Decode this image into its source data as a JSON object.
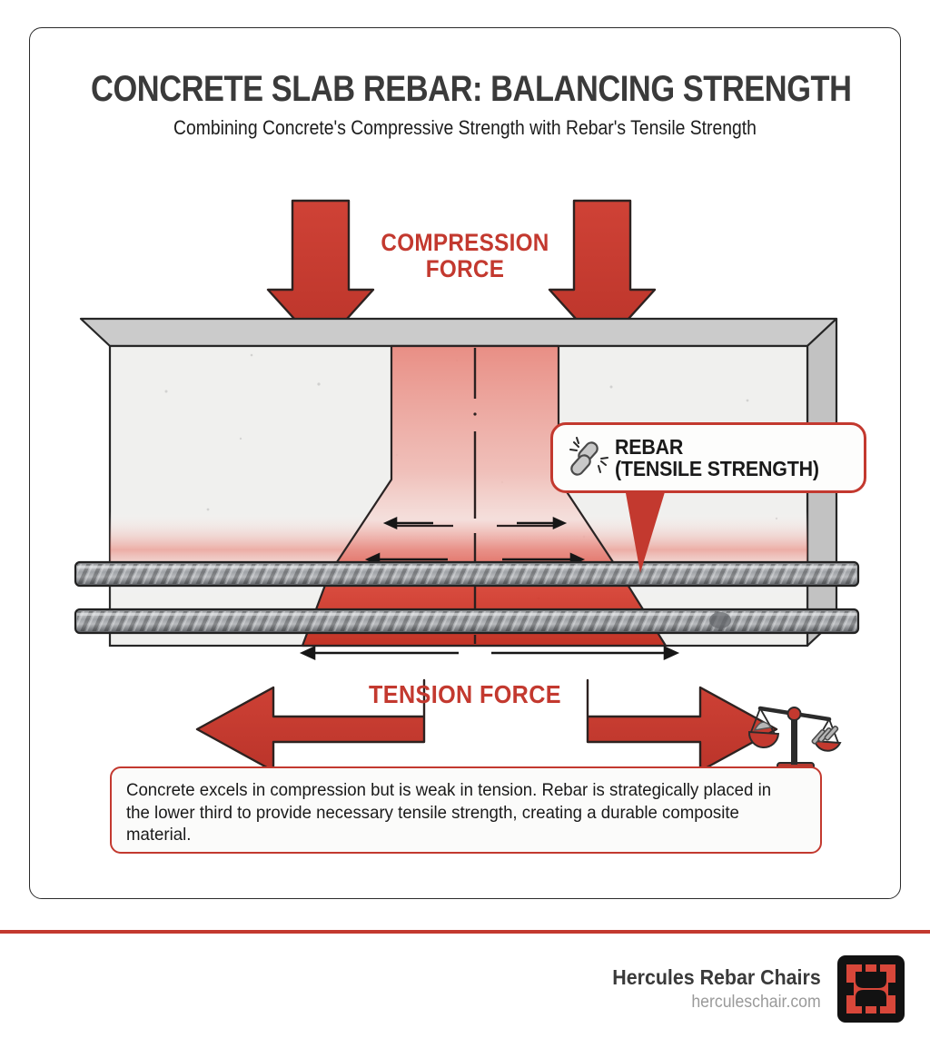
{
  "header": {
    "title": "CONCRETE SLAB REBAR: BALANCING STRENGTH",
    "subtitle": "Combining Concrete's Compressive Strength with Rebar's Tensile Strength"
  },
  "diagram": {
    "compression_label_line1": "COMPRESSION",
    "compression_label_line2": "FORCE",
    "tension_label": "TENSION FORCE",
    "callout": {
      "line1": "REBAR",
      "line2": "(TENSILE STRENGTH)",
      "icon": "chain-link-icon"
    },
    "icons": {
      "down_arrow_left": "compression-arrow-left",
      "down_arrow_right": "compression-arrow-right",
      "tension_arrow_left": "tension-arrow-left",
      "tension_arrow_right": "tension-arrow-right",
      "balance": "balance-scale-icon"
    },
    "parts": {
      "slab": "concrete-slab",
      "rebar_top": "rebar-bar-top",
      "rebar_bottom": "rebar-bar-bottom",
      "stress_zone": "stress-distribution-zone",
      "centerline": "slab-centerline"
    }
  },
  "caption": {
    "text": "Concrete excels in compression but is weak in tension. Rebar is strategically placed in the lower third to provide necessary tensile strength, creating a durable composite material."
  },
  "footer": {
    "brand": "Hercules Rebar Chairs",
    "site": "herculeschair.com",
    "logo": "hercules-h-logo"
  },
  "colors": {
    "accent_red": "#c3392f",
    "title_gray": "#3a3a3a",
    "concrete_light": "#f0f0ee",
    "concrete_top": "#cbcbcb",
    "rebar_gray": "#8f9195",
    "site_gray": "#9a9a9a"
  }
}
